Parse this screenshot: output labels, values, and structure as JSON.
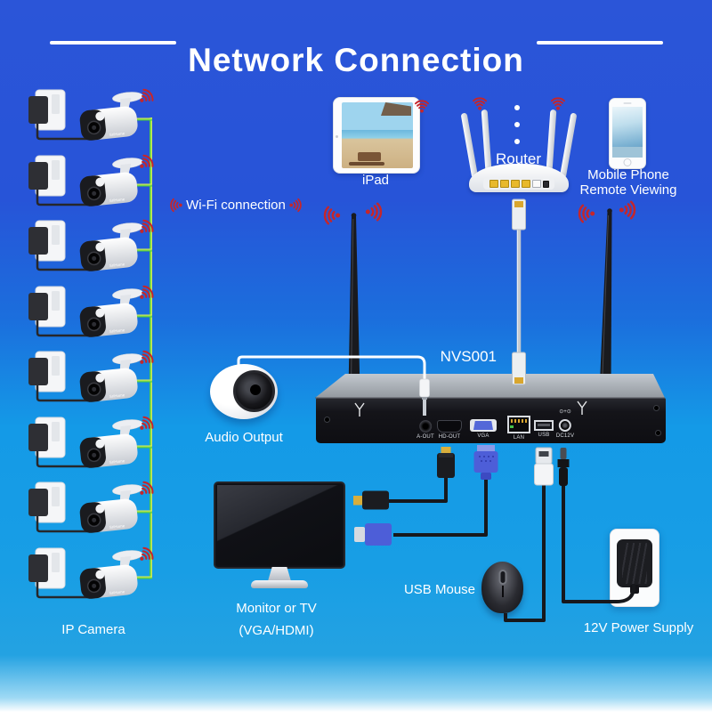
{
  "title": {
    "text": "Network Connection"
  },
  "wifi": {
    "label": "Wi-Fi connection"
  },
  "devices": {
    "ipad": {
      "label": "iPad"
    },
    "router": {
      "label": "Router"
    },
    "phone": {
      "label_line1": "Mobile Phone",
      "label_line2": "Remote Viewing"
    },
    "nvr": {
      "model": "NVS001",
      "ports": [
        "A-OUT",
        "HD-OUT",
        "VGA",
        "LAN",
        "USB",
        "DC12V"
      ],
      "polarity_mark": "⊙+⊙"
    },
    "speaker": {
      "label": "Audio Output"
    },
    "monitor": {
      "label_line1": "Monitor or TV",
      "label_line2": "(VGA/HDMI)"
    },
    "mouse": {
      "label": "USB Mouse"
    },
    "power": {
      "label": "12V Power Supply"
    },
    "cameras": {
      "count": 8,
      "label": "IP Camera",
      "brand": "SriHome"
    }
  },
  "colors": {
    "background_top": "#2b55d8",
    "background_bottom": "#24a2e2",
    "accent_red": "#c5262b",
    "wire_green": "#35c83a",
    "wire_yellow": "#e9f060",
    "title_text": "#ffffff"
  }
}
